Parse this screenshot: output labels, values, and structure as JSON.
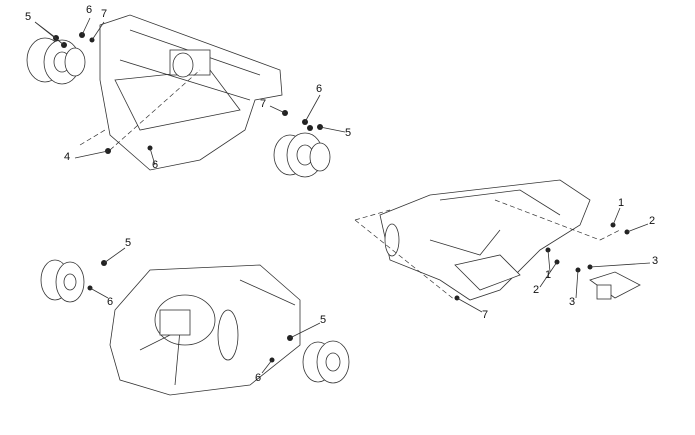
{
  "diagram": {
    "callouts": {
      "tl": [
        "5",
        "6",
        "7",
        "4",
        "6",
        "7",
        "6",
        "5"
      ],
      "bl": [
        "5",
        "6",
        "5",
        "6"
      ],
      "r": [
        "1",
        "2",
        "3",
        "1",
        "2",
        "3",
        "7"
      ]
    }
  }
}
